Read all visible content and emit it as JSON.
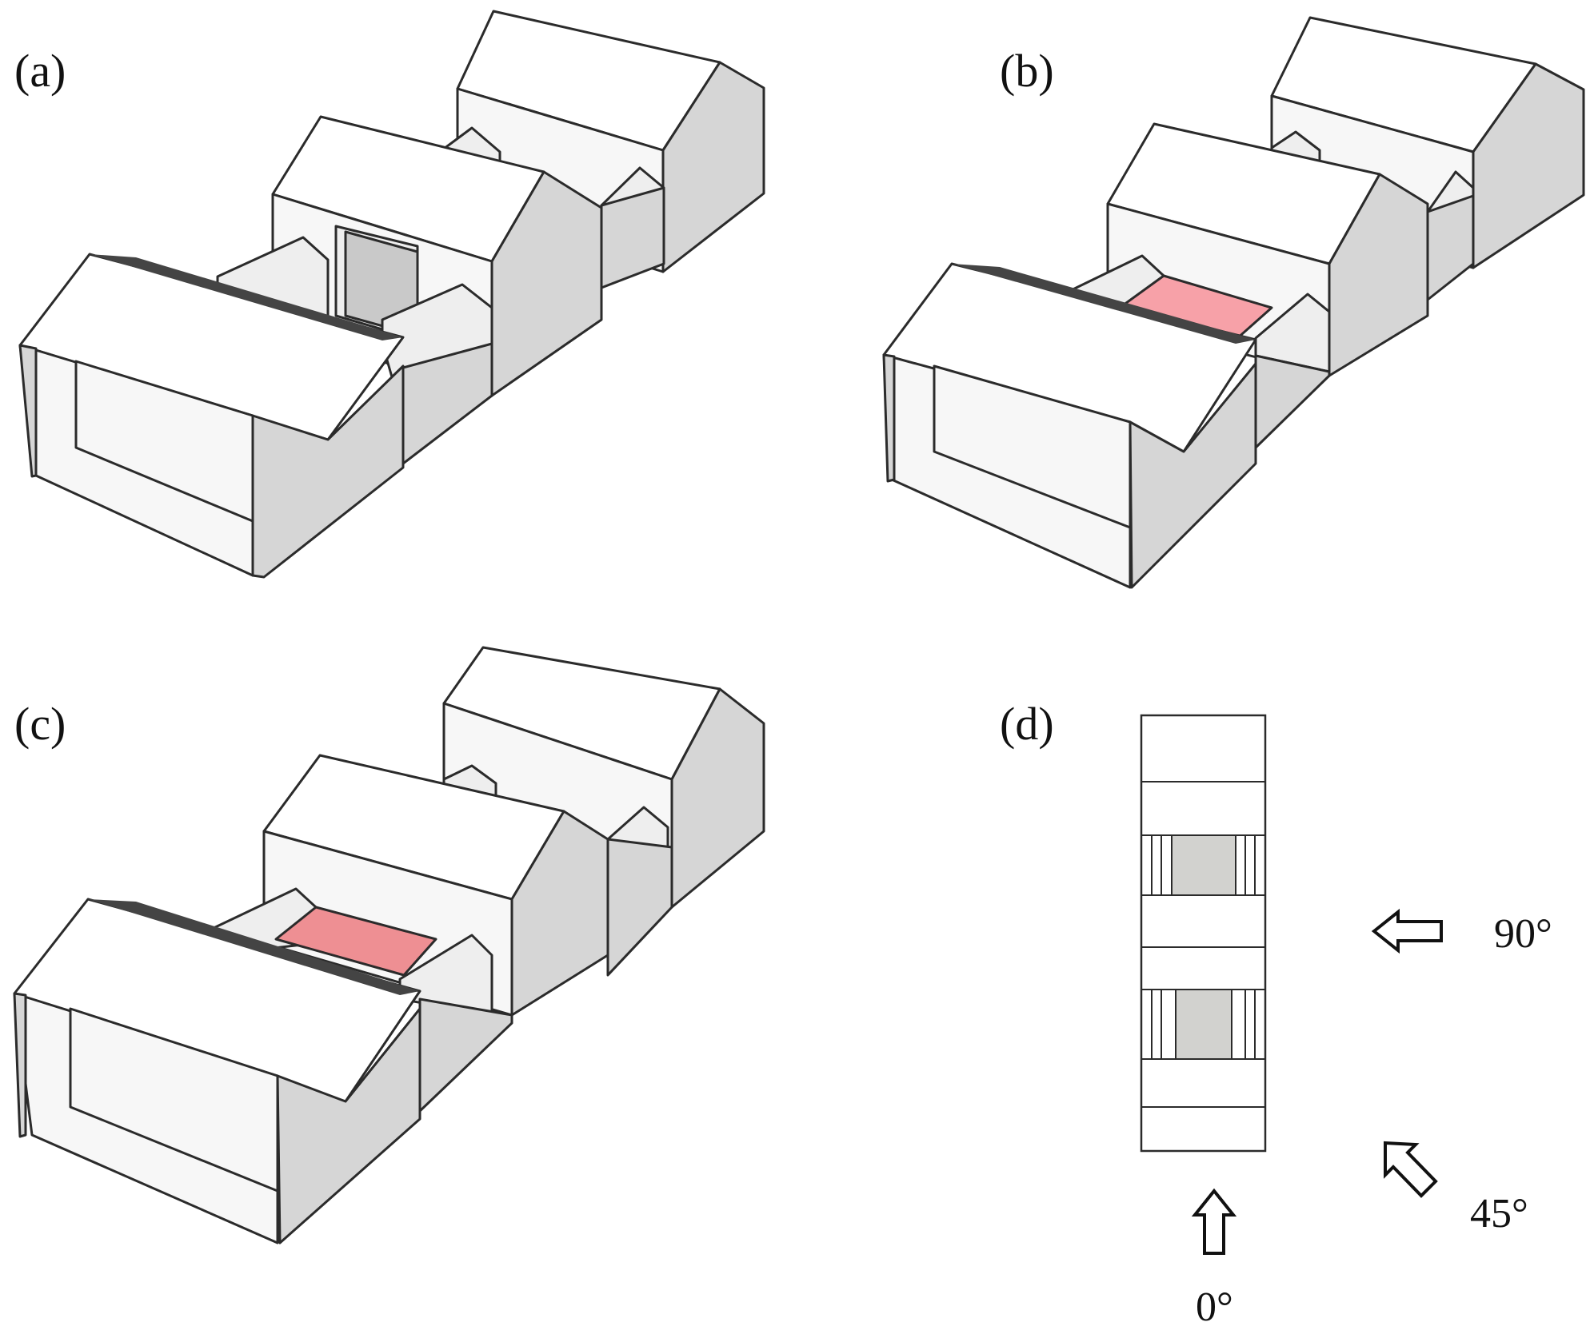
{
  "panels": {
    "a": {
      "label": "(a)"
    },
    "b": {
      "label": "(b)",
      "highlight_color": "#f7a1a8"
    },
    "c": {
      "label": "(c)",
      "highlight_color": "#ee8f93"
    },
    "d": {
      "label": "(d)"
    }
  },
  "wind_directions": [
    {
      "label": "0°",
      "icon": "arrow-up-icon"
    },
    {
      "label": "45°",
      "icon": "arrow-up-left-icon"
    },
    {
      "label": "90°",
      "icon": "arrow-left-icon"
    }
  ],
  "colors": {
    "roof": "#ffffff",
    "side_wall": "#d6d6d6",
    "courtyard_plan": "#d2d2cf"
  }
}
